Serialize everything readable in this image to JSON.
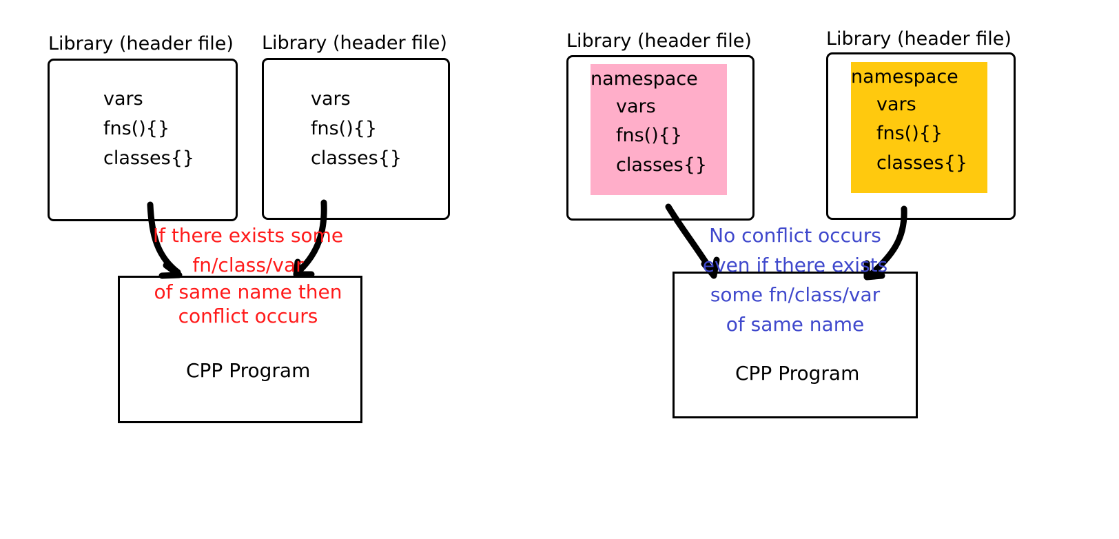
{
  "left": {
    "lib1": {
      "title": "Library (header file)",
      "lines": [
        "vars",
        "fns(){}",
        "classes{}"
      ]
    },
    "lib2": {
      "title": "Library (header file)",
      "lines": [
        "vars",
        "fns(){}",
        "classes{}"
      ]
    },
    "note": [
      "If there exists some",
      "fn/class/var",
      "of same name then",
      "conflict occurs"
    ],
    "program": "CPP Program"
  },
  "right": {
    "lib1": {
      "title": "Library (header file)",
      "namespace": "namespace",
      "lines": [
        "vars",
        "fns(){}",
        "classes{}"
      ]
    },
    "lib2": {
      "title": "Library (header file)",
      "namespace": "namespace",
      "lines": [
        "vars",
        "fns(){}",
        "classes{}"
      ]
    },
    "note": [
      "No conflict occurs",
      "even if there exists",
      "some fn/class/var",
      "of same name"
    ],
    "program": "CPP Program"
  },
  "colors": {
    "conflict_text": "#ff1a1a",
    "no_conflict_text": "#3f48cc",
    "namespace_pink": "#ffaec9",
    "namespace_yellow": "#ffc90e"
  }
}
